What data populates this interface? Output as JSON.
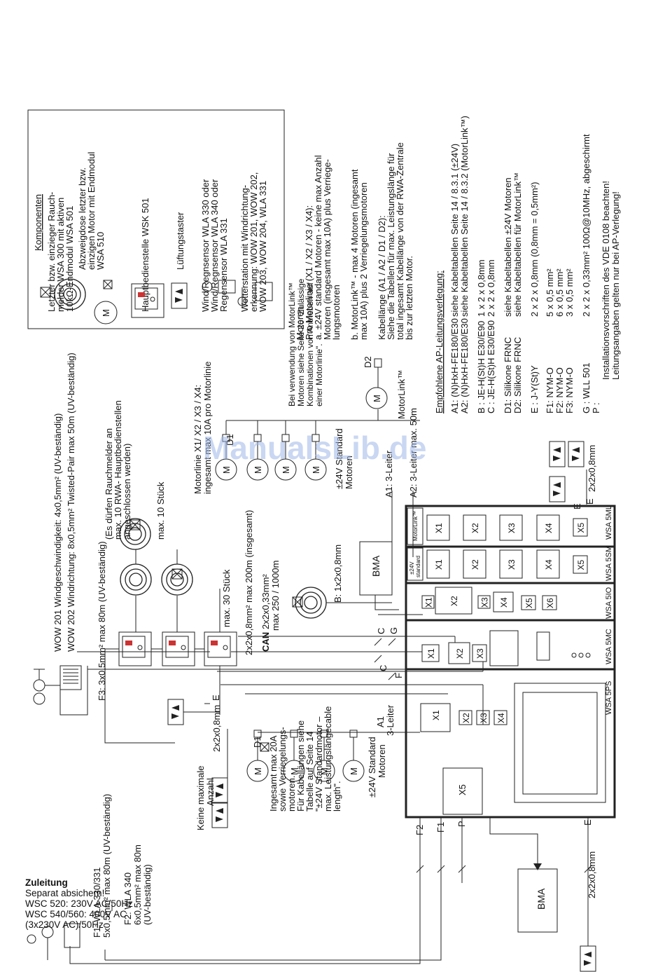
{
  "watermark": "ManualsLib.de",
  "components": {
    "title": "Komponenten",
    "items": [
      [
        "Letzter bzw. einzieger Rauch-",
        "melder WSA 300 mit aktiven",
        "10kΩ-Endmodul WSA 501"
      ],
      [
        "Abzweigdose letzter bzw.",
        "einzigen Motor mit Endmodul",
        "WSA 510"
      ],
      [
        "Hauptbedienstelle WSK 501"
      ],
      [
        "Lüftungstaster"
      ],
      [
        "Wind/Regnsensor WLA 330 oder",
        "Wind/Regnsensor WLA 340 oder",
        "Regensensor WLA 331"
      ],
      [
        "Wetterstation mit Windrichtung-",
        "erkennung: WOW 201, WOW 202,",
        "WOW 203, WOW 204, WLA 331"
      ]
    ]
  },
  "motors_section": {
    "lines": [
      "Motoren",
      "Pro Motorlinie (X1 / X2 / X3 / X4):",
      "a. ±24V standard  Motoren - keine max Anzahl",
      "    Motoren (insgesamt max 10A) plus Verriege-",
      "    lungsmotoren",
      "b. MotorLink™ - max 4 Motoren (ingesamt",
      "    max 10A) plus 2 Verriegelungsmotoren",
      "Kabellänge (A1 / A2 / D1 / D2):",
      "Siehe die Tabellen für max. Leistungslänge für",
      "total ingesamt Kabellänge von der RWA-Zentrale",
      "bis zur letzten Motor."
    ]
  },
  "cable_table": {
    "title": "Empfohlene AP-Leitungsverlegung:",
    "rows": [
      [
        "A1: (N)HxH-FE180/E30",
        "siehe Kabeltabellen Seite 14 / 8.3.1 (±24V)"
      ],
      [
        "A2: (N)HxH-FE180/E30",
        "siehe Kabeltabellen Seite 14 / 8.3.2 (MotorLink™)"
      ],
      [
        "B  : JE-H(St)H E30/E90",
        "1 x 2 x 0,8mm"
      ],
      [
        "C  : JE-H(St)H E30/E90",
        "2 x 2 x 0,8mm"
      ],
      [
        "D1: Silikone FRNC",
        "siehe Kabeltabellen ±24V Motoren"
      ],
      [
        "D2: Silikone FRNC",
        "siehe Kabeltabellen für MotorLink™"
      ],
      [
        "E   : J-Y(St)Y",
        "2 x 2 x 0,8mm   (0,8mm = 0,5mm²)"
      ],
      [
        "F1: NYM-O",
        "5 x 0,5 mm²"
      ],
      [
        "F2: NYM-O",
        "6 x 0,5 mm²"
      ],
      [
        "F3: NYM-O",
        "3 x 0,5 mm²"
      ],
      [
        "G  : WLL 501",
        "2 x 2 x 0,33mm² 100Ω@10MHz, abgeschirmt"
      ],
      [
        "P  :",
        ""
      ]
    ],
    "notes": [
      "Installationsvorschriften des VDE 0108 beachten!",
      "Leitungsangaben gelten nur bei AP-Verlegung!"
    ]
  },
  "top_labels": {
    "wow_lines": [
      "WOW 201 Windgeschwindigkeit: 4x0,5mm² (UV-beständig)",
      "WOW 202 Windrichtung: 8x0,5mm² Twisted-Pair max 50m (UV-beständig)"
    ],
    "f3": "F3: 3x0,5mm² max 80m (UV-beständig)",
    "smoke_note": [
      "(Es dürfen Rauchmelder an",
      "max. 10 RWA- Hauptbedienstellen",
      "angeschlossen werden)"
    ],
    "max10": "max. 10 Stück",
    "max30": "max. 30 Stück",
    "e_cable_mid": "2x2x0,8mm² max 200m (insgesamt)",
    "can_label": "CAN",
    "can_cable": "2x2x0,33mm²",
    "can_len": "max 250 / 1000m",
    "b_cable": "B: 1x2x0,8mm",
    "bma_mid": "BMA",
    "motor_line_note": [
      "Motorlinie X1/ X2 / X3 / X4:",
      "ingesamt max 10A pro Motorlinie"
    ],
    "std_motors_top": [
      "±24V Standard",
      "Motoren"
    ],
    "a1_top": "A1: 3-Leiter",
    "a2_top": "A2: 3-Leiter max. 50m",
    "motorlink_note": [
      "Bei verwendung von MotorLink™",
      "Motoren siehe Seite 26 \"Zulässige",
      "Kombinationen von Antrieben auf",
      "einer Motorlinie\"."
    ],
    "motorlink": "MotorLink™",
    "d1": "D1",
    "d2": "D2"
  },
  "modules": [
    "WSA 5PS",
    "WSA 5MC",
    "WSA 5IO",
    "WSA 5SM",
    "WSA 5ML"
  ],
  "terminals": {
    "ps": [
      "X1",
      "X2",
      "X3",
      "X4",
      "X5"
    ],
    "mc": [
      "X1",
      "X2",
      "X3"
    ],
    "io": [
      "X1",
      "X2",
      "X3",
      "X4",
      "X5",
      "X6"
    ],
    "sm": [
      "X1",
      "X2",
      "X3",
      "X4",
      "X5"
    ],
    "ml": [
      "X1",
      "X2",
      "X3",
      "X4",
      "X5"
    ],
    "sm_tag": [
      "±24V",
      "standard"
    ],
    "ml_tag": "MotorLink™"
  },
  "right_labels": {
    "e_right": "E",
    "e_cable_right": "2x2x0,8mm",
    "c": "C",
    "g": "G",
    "f": "F"
  },
  "left_labels": {
    "keine_max": [
      "Keine maximale",
      "Anzahl"
    ],
    "e_cable_left": "2x2x0,8mm",
    "e": "E",
    "a1_bot": [
      "A1",
      "3-Leiter"
    ],
    "std_motors_bot": [
      "±24V Standard",
      "Motoren"
    ],
    "ingesamt_note": [
      "Ingesamt max 20A",
      "sowie Verriegelungs-",
      "motoren.",
      "Für Kabellängen siehe",
      "Tabelle auf Seite 14",
      "\"±24V Standardmotor –",
      "max. Leistungslängecable",
      "length\"."
    ],
    "f1": "F1: WLA 330/331",
    "f1_cable": "5x0,5mm² max 80m (UV-beständig)",
    "f2": "F2: WLA 340",
    "f2_cable": "6x0,5mm² max 80m",
    "f2_uv": "(UV-beständig)",
    "f2_vert": "F2",
    "f1_vert": "F1",
    "p_vert": "P",
    "e_bottom": "E",
    "e_bottom_cable": "2x2x0,8mm",
    "bma_bottom": "BMA",
    "m": "M"
  },
  "zuleitung": {
    "title": "Zuleitung",
    "lines": [
      "Separat absichern!",
      "WSC 520: 230V AC/50Hz",
      "WSC 540/560: 400V AC",
      "    (3x230V AC)/50Hz"
    ]
  }
}
